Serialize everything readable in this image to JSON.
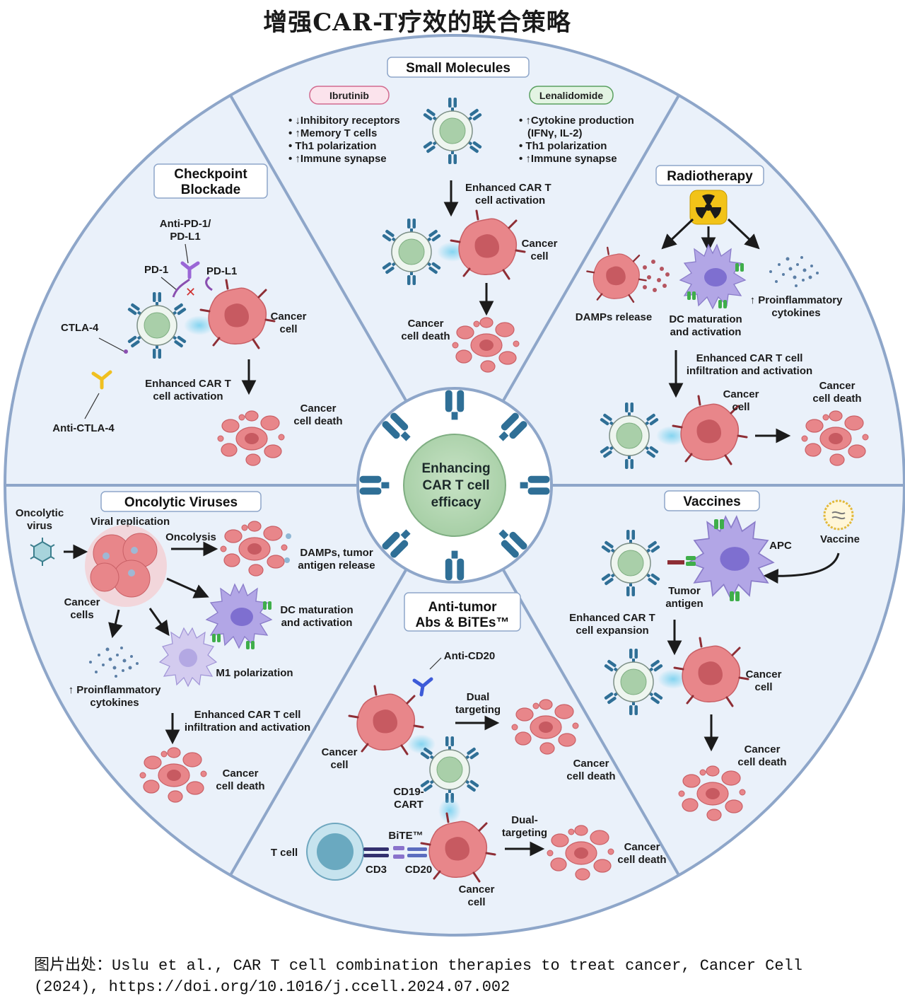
{
  "title": "增强CAR-T疗效的联合策略",
  "center": {
    "lines": [
      "Enhancing",
      "CAR T cell",
      "efficacy"
    ]
  },
  "sections": {
    "small_molecules": {
      "header": "Small Molecules",
      "ibrutinib": {
        "name": "Ibrutinib",
        "bullets": [
          "• ↓Inhibitory receptors",
          "• ↑Memory T cells",
          "• Th1 polarization",
          "• ↑Immune synapse"
        ]
      },
      "lenalidomide": {
        "name": "Lenalidomide",
        "bullets": [
          "• ↑Cytokine production",
          "(IFNγ, IL-2)",
          "• Th1 polarization",
          "• ↑Immune synapse"
        ]
      },
      "activation": [
        "Enhanced CAR T",
        "cell activation"
      ],
      "cancer_cell": [
        "Cancer",
        "cell"
      ],
      "cancer_death": [
        "Cancer",
        "cell death"
      ]
    },
    "checkpoint": {
      "header": [
        "Checkpoint",
        "Blockade"
      ],
      "anti_pd1": [
        "Anti-PD-1/",
        "PD-L1"
      ],
      "pd1": "PD-1",
      "pdl1": "PD-L1",
      "ctla4": "CTLA-4",
      "anti_ctla4": "Anti-CTLA-4",
      "cancer_cell": [
        "Cancer",
        "cell"
      ],
      "activation": [
        "Enhanced CAR T",
        "cell activation"
      ],
      "cancer_death": [
        "Cancer",
        "cell death"
      ]
    },
    "radiotherapy": {
      "header": "Radiotherapy",
      "damps": "DAMPs release",
      "dc": [
        "DC maturation",
        "and activation"
      ],
      "cytokines": [
        "↑ Proinflammatory",
        "cytokines"
      ],
      "infiltration": [
        "Enhanced CAR T cell",
        "infiltration and activation"
      ],
      "cancer_cell": [
        "Cancer",
        "cell"
      ],
      "cancer_death": [
        "Cancer",
        "cell death"
      ]
    },
    "oncolytic": {
      "header": "Oncolytic Viruses",
      "virus": [
        "Oncolytic",
        "virus"
      ],
      "replication": "Viral replication",
      "oncolysis": "Oncolysis",
      "damps": [
        "DAMPs, tumor",
        "antigen release"
      ],
      "cancer_cells": [
        "Cancer",
        "cells"
      ],
      "dc": [
        "DC maturation",
        "and activation"
      ],
      "m1": "M1 polarization",
      "cytokines": [
        "↑ Proinflammatory",
        "cytokines"
      ],
      "infiltration": [
        "Enhanced CAR T cell",
        "infiltration and activation"
      ],
      "cancer_death": [
        "Cancer",
        "cell death"
      ]
    },
    "vaccines": {
      "header": "Vaccines",
      "apc": "APC",
      "vaccine": "Vaccine",
      "tumor_antigen": [
        "Tumor",
        "antigen"
      ],
      "expansion": [
        "Enhanced CAR T",
        "cell expansion"
      ],
      "cancer_cell": [
        "Cancer",
        "cell"
      ],
      "cancer_death": [
        "Cancer",
        "cell death"
      ]
    },
    "antitumor": {
      "header": [
        "Anti-tumor",
        "Abs & BiTEs™"
      ],
      "anti_cd20": "Anti-CD20",
      "dual": [
        "Dual",
        "targeting"
      ],
      "cancer_cell_left": [
        "Cancer",
        "cell"
      ],
      "cancer_death_top": [
        "Cancer",
        "cell death"
      ],
      "cd19": [
        "CD19-",
        "CART"
      ],
      "bite": "BiTE™",
      "dual2": [
        "Dual-",
        "targeting"
      ],
      "t_cell": "T cell",
      "cd3": "CD3",
      "cd20": "CD20",
      "cancer_cell_bottom": [
        "Cancer",
        "cell"
      ],
      "cancer_death_bottom": [
        "Cancer",
        "cell death"
      ]
    }
  },
  "caption": {
    "line1": "图片出处：Uslu et al., CAR T cell combination therapies to treat cancer, Cancer Cell",
    "line2": "(2024), https://doi.org/10.1016/j.ccell.2024.07.002"
  },
  "colors": {
    "background_panel": "#eaf1fa",
    "wheel_border": "#8ea6c9",
    "car_t_cell": "#a9cfa9",
    "car_receptor": "#2f6f96",
    "cancer_cell": "#e8868a",
    "dc_cell": "#b2a6e6",
    "synapse_glow": "#7fd3f0"
  }
}
